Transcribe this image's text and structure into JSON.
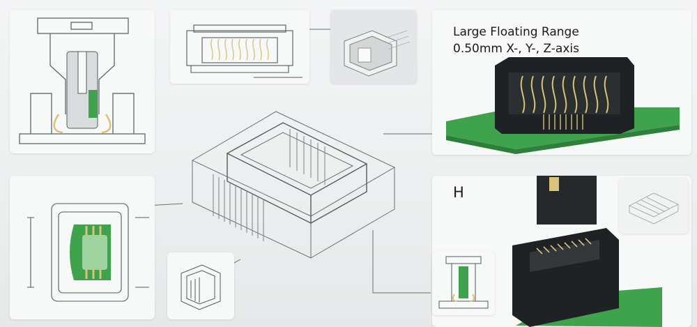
{
  "features": {
    "title": "Large Floating Range",
    "subtitle": "0.50mm X-, Y-, Z-axis"
  },
  "views": {
    "h_label": "H"
  },
  "colors": {
    "pcb_green": "#3fa34d",
    "housing_black": "#1f2224",
    "contact_gold": "#d9c27a",
    "line_art": "#555a5e",
    "panel_bg": "#f7f8f8"
  }
}
